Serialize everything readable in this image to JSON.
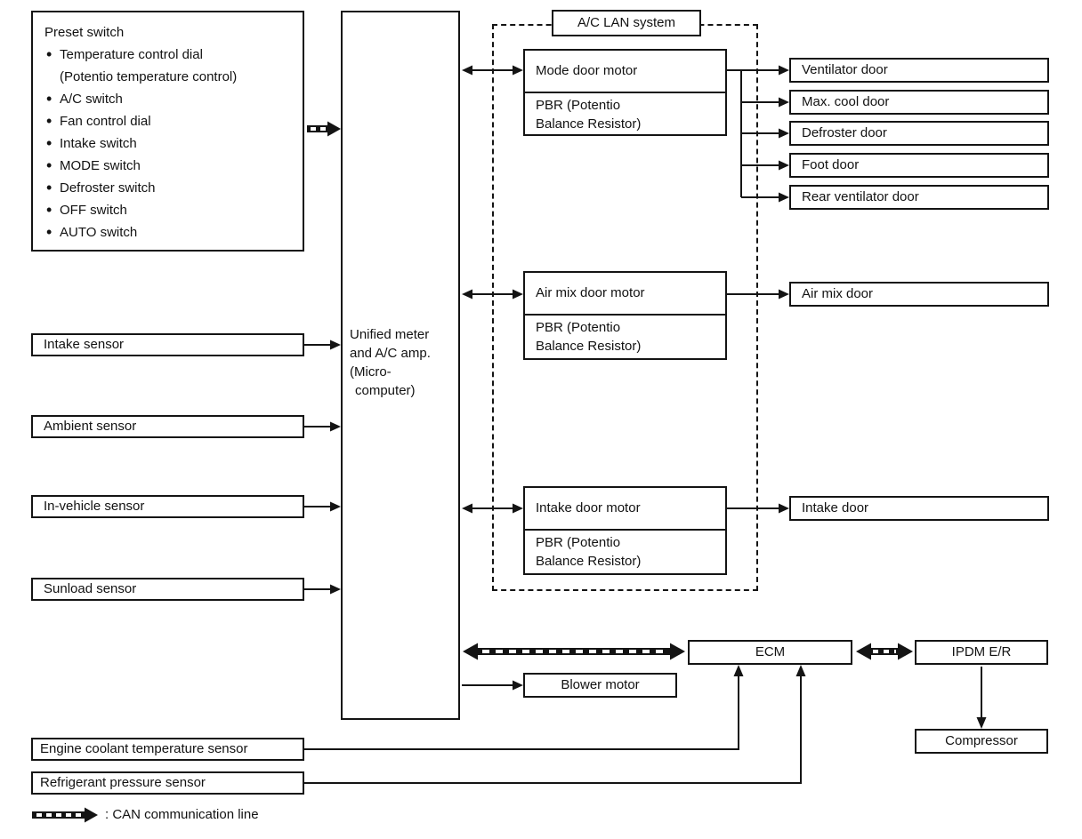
{
  "page": {
    "background": "#ffffff",
    "ink": "#141414"
  },
  "preset_switch": {
    "title": "Preset switch",
    "items": [
      {
        "label": "Temperature control dial",
        "sub": "(Potentio temperature control)"
      },
      {
        "label": "A/C switch"
      },
      {
        "label": "Fan control dial"
      },
      {
        "label": "Intake switch"
      },
      {
        "label": "MODE switch"
      },
      {
        "label": "Defroster switch"
      },
      {
        "label": "OFF switch"
      },
      {
        "label": "AUTO switch"
      }
    ]
  },
  "sensors": {
    "intake": "Intake sensor",
    "ambient": "Ambient sensor",
    "in_vehicle": "In-vehicle sensor",
    "sunload": "Sunload sensor"
  },
  "unified_meter": {
    "lines": [
      "Unified meter",
      "and A/C amp.",
      "(Micro-",
      "computer)"
    ]
  },
  "lan": {
    "label": "A/C LAN system"
  },
  "motors": {
    "mode": {
      "name": "Mode door motor",
      "pbr_lines": [
        "PBR (Potentio",
        "Balance Resistor)"
      ]
    },
    "air_mix": {
      "name": "Air mix door motor",
      "pbr_lines": [
        "PBR (Potentio",
        "Balance Resistor)"
      ]
    },
    "intake": {
      "name": "Intake door motor",
      "pbr_lines": [
        "PBR (Potentio",
        "Balance Resistor)"
      ]
    }
  },
  "doors": {
    "ventilator": "Ventilator door",
    "max_cool": "Max. cool door",
    "defroster": "Defroster door",
    "foot": "Foot door",
    "rear_ventilator": "Rear ventilator door",
    "air_mix": "Air mix door",
    "intake": "Intake door"
  },
  "modules": {
    "ecm": "ECM",
    "ipdm": "IPDM E/R",
    "compressor": "Compressor",
    "blower": "Blower motor"
  },
  "engine_sensors": {
    "coolant": "Engine coolant temperature sensor",
    "refrigerant": "Refrigerant pressure sensor"
  },
  "legend": {
    "can": ": CAN communication line"
  }
}
